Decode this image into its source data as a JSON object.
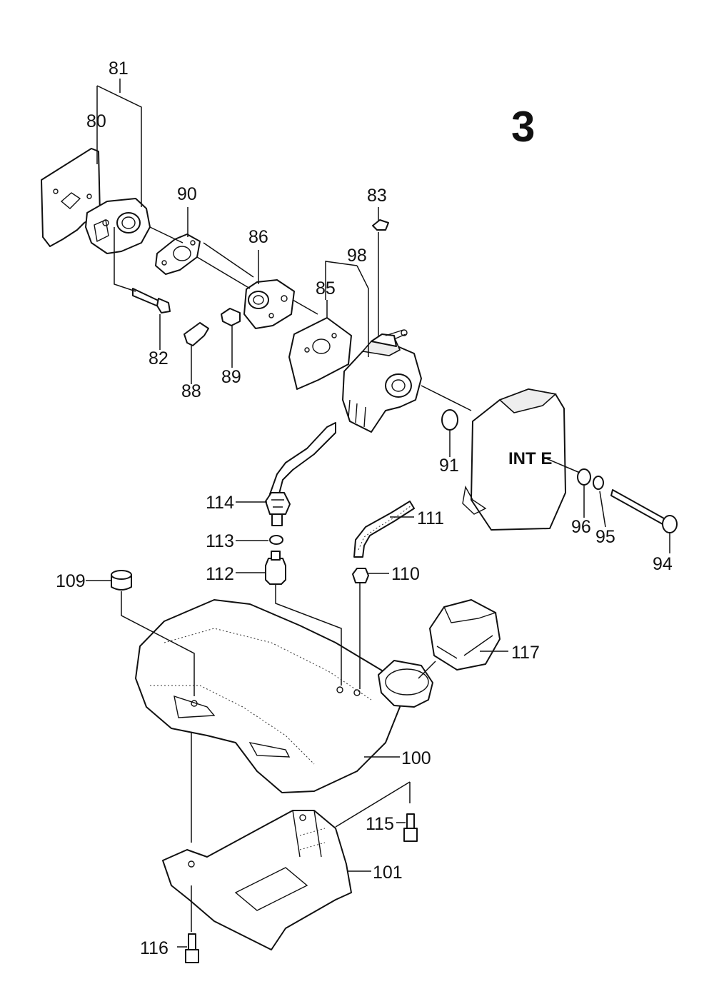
{
  "page_number": "3",
  "part_labels": {
    "p80": "80",
    "p81": "81",
    "p82": "82",
    "p83": "83",
    "p85": "85",
    "p86": "86",
    "p88": "88",
    "p89": "89",
    "p90": "90",
    "p91": "91",
    "p94": "94",
    "p95": "95",
    "p96": "96",
    "p98": "98",
    "p100": "100",
    "p101": "101",
    "p109": "109",
    "p110": "110",
    "p111": "111",
    "p112": "112",
    "p113": "113",
    "p114": "114",
    "p115": "115",
    "p116": "116",
    "p117": "117"
  },
  "air_filter_cover_text": "INT  E"
}
